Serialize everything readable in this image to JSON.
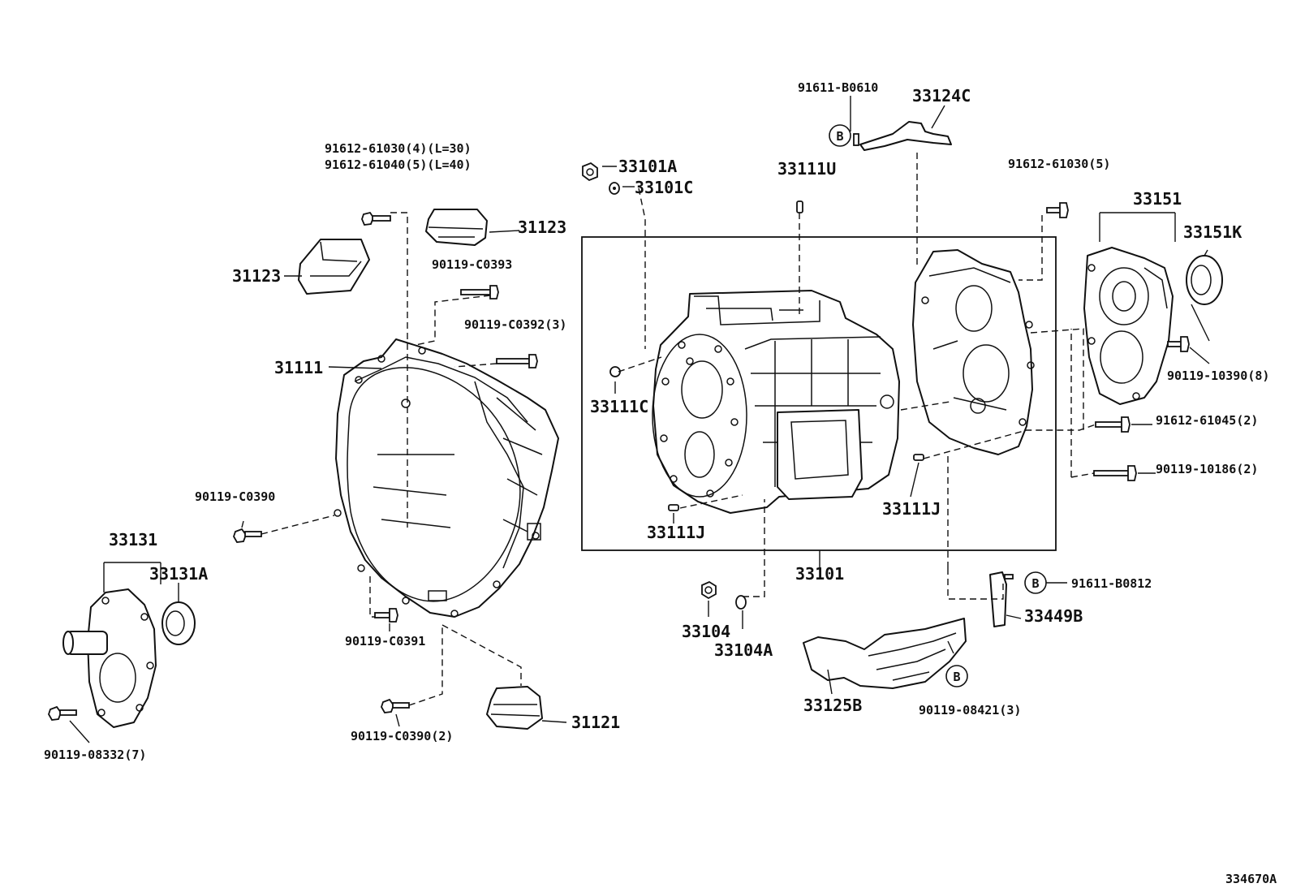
{
  "diagram_number": "334670A",
  "labels": {
    "p91611_B0610": "91611-B0610",
    "p33124C": "33124C",
    "p91612_61030_4": "91612-61030(4)(L=30)",
    "p91612_61040_5": "91612-61040(5)(L=40)",
    "p33101A": "33101A",
    "p33101C": "33101C",
    "p33111U": "33111U",
    "p91612_61030_5": "91612-61030(5)",
    "p33151": "33151",
    "p33151K": "33151K",
    "p31123_right": "31123",
    "p31123_left": "31123",
    "p90119_C0393": "90119-C0393",
    "p90119_C0392": "90119-C0392(3)",
    "p31111": "31111",
    "p33111C": "33111C",
    "p90119_10390": "90119-10390(8)",
    "p91612_61045": "91612-61045(2)",
    "p90119_10186": "90119-10186(2)",
    "p90119_C0390_single": "90119-C0390",
    "p33111J_left": "33111J",
    "p33111J_right": "33111J",
    "p33131": "33131",
    "p33131A": "33131A",
    "p33101": "33101",
    "p91611_B0812": "91611-B0812",
    "p33449B": "33449B",
    "p33104": "33104",
    "p33104A": "33104A",
    "p90119_C0391": "90119-C0391",
    "p31121": "31121",
    "p33125B": "33125B",
    "p90119_08421": "90119-08421(3)",
    "p90119_C0390_2": "90119-C0390(2)",
    "p90119_08332": "90119-08332(7)"
  },
  "callouts": {
    "b_top": "B",
    "b_right": "B",
    "b_bottom": "B"
  }
}
